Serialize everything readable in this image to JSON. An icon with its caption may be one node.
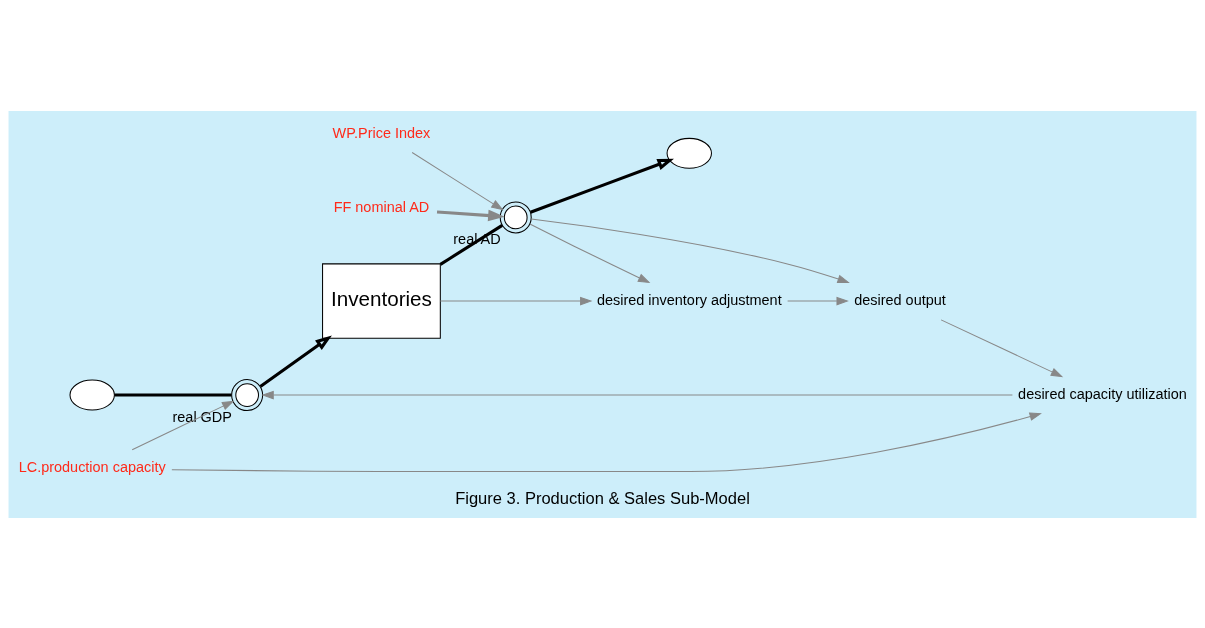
{
  "diagram": {
    "caption": "Figure 3. Production & Sales Sub-Model",
    "nodes": [
      {
        "text": [],
        "shape": "cloud"
      },
      {
        "text": [
          "real GDP"
        ]
      },
      {
        "text": [
          "Inventories"
        ]
      },
      {
        "text": [
          "real AD"
        ]
      },
      {
        "text": [],
        "shape": "cloud"
      },
      {
        "text": [
          "WP.Price Index"
        ]
      },
      {
        "text": [
          "FF nominal AD"
        ]
      },
      {
        "text": [
          "desired inventory adjustment"
        ]
      },
      {
        "text": [
          "desired capacity utilization"
        ]
      },
      {
        "text": [
          "desired output"
        ]
      },
      {
        "text": [
          "LC.production capacity"
        ]
      }
    ],
    "edges": [
      {
        "from": 0,
        "to": 1,
        "arrow": "none",
        "style": "thick",
        "color": "#000000"
      },
      {
        "from": 1,
        "to": 2,
        "arrow": "to",
        "style": "thick",
        "color": "#000000"
      },
      {
        "from": 2,
        "to": 3,
        "arrow": "none",
        "style": "thick",
        "color": "#000000"
      },
      {
        "from": 3,
        "to": 4,
        "arrow": "to",
        "style": "thick",
        "color": "#000000"
      },
      {
        "from": 5,
        "to": 3,
        "arrow": "to"
      },
      {
        "from": 6,
        "to": 3,
        "arrow": "to",
        "style": "thick"
      },
      {
        "from": 2,
        "to": 7,
        "arrow": "to"
      },
      {
        "from": 3,
        "to": 7,
        "arrow": "to"
      },
      {
        "from": 3,
        "to": 9,
        "arrow": "to"
      },
      {
        "from": 7,
        "to": 9,
        "arrow": "to"
      },
      {
        "from": 9,
        "to": 8,
        "arrow": "to"
      },
      {
        "from": 8,
        "to": 1,
        "arrow": "to"
      },
      {
        "from": 10,
        "to": 1,
        "arrow": "to"
      },
      {
        "from": 10,
        "to": 8,
        "arrow": "to"
      }
    ]
  }
}
